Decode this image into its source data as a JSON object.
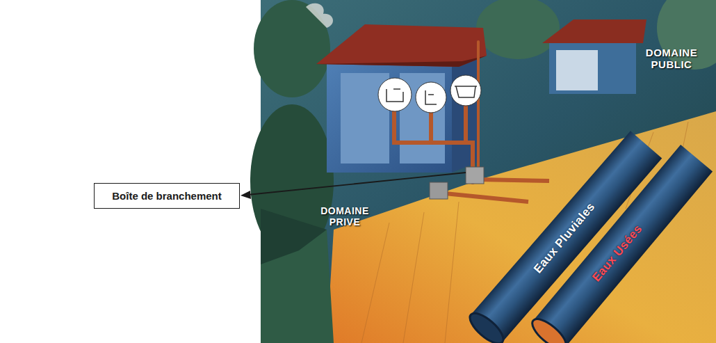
{
  "diagram": {
    "nodes": [
      {
        "text": [
          "Boîte de branchement"
        ]
      }
    ],
    "labels": [
      "DOMAINE PUBLIC",
      "DOMAINE PRIVE",
      "Eaux Pluviales",
      "Eaux Usées"
    ]
  }
}
